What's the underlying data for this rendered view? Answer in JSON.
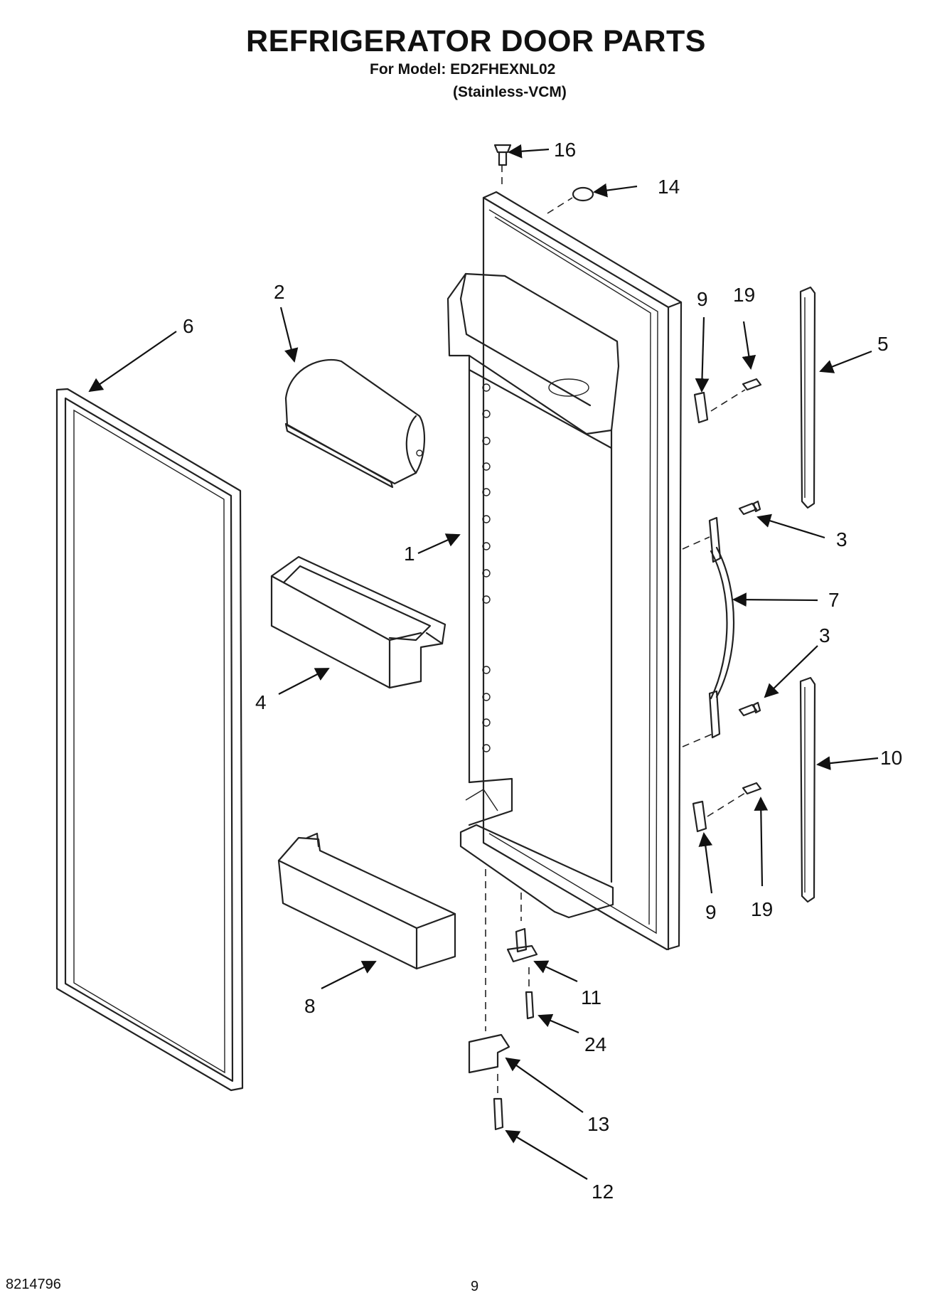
{
  "header": {
    "title": "REFRIGERATOR DOOR PARTS",
    "model_line": "For Model: ED2FHEXNL02",
    "finish_line": "(Stainless-VCM)"
  },
  "footer": {
    "doc_number": "8214796",
    "page_number": "9"
  },
  "callouts": {
    "c1": "1",
    "c2": "2",
    "c3a": "3",
    "c3b": "3",
    "c4": "4",
    "c5": "5",
    "c6": "6",
    "c7": "7",
    "c8": "8",
    "c9a": "9",
    "c9b": "9",
    "c10": "10",
    "c11": "11",
    "c12": "12",
    "c13": "13",
    "c14": "14",
    "c16": "16",
    "c19a": "19",
    "c19b": "19",
    "c24": "24"
  }
}
